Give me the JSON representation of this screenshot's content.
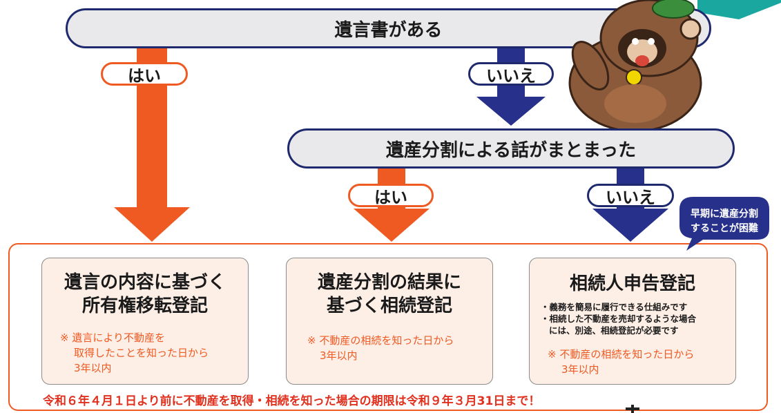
{
  "decision1": {
    "label": "遺言書がある"
  },
  "decision2": {
    "label": "遺産分割による話がまとまった"
  },
  "branch_left_yes": "はい",
  "branch_right_no": "いいえ",
  "branch_mid_yes": "はい",
  "branch_mid_no": "いいえ",
  "bubble": {
    "line1": "早期に遺産分割",
    "line2": "することが困難"
  },
  "cards": [
    {
      "title1": "遺言の内容に基づく",
      "title2": "所有権移転登記",
      "note1": "※ 遺言により不動産を",
      "note2": "取得したことを知った日から",
      "note3": "3年以内"
    },
    {
      "title1": "遺産分割の結果に",
      "title2": "基づく相続登記",
      "note1": "※ 不動産の相続を知った日から",
      "note2": "3年以内"
    },
    {
      "title1": "相続人申告登記",
      "bullet1": "・義務を簡易に履行できる仕組みです",
      "bullet2": "・相続した不動産を売却するような場合",
      "bullet3": "には、別途、相続登記が必要です",
      "note1": "※ 不動産の相続を知った日から",
      "note2": "3年以内"
    }
  ],
  "deadline": "令和６年４月１日より前に不動産を取得・相続を知った場合の期限は令和９年３月31日まで！",
  "colors": {
    "orange": "#ef5a23",
    "navy": "#27308a",
    "pill_bg": "#e9e9ec",
    "card_bg": "#fdeee6",
    "deadline_red": "#e0301e"
  }
}
